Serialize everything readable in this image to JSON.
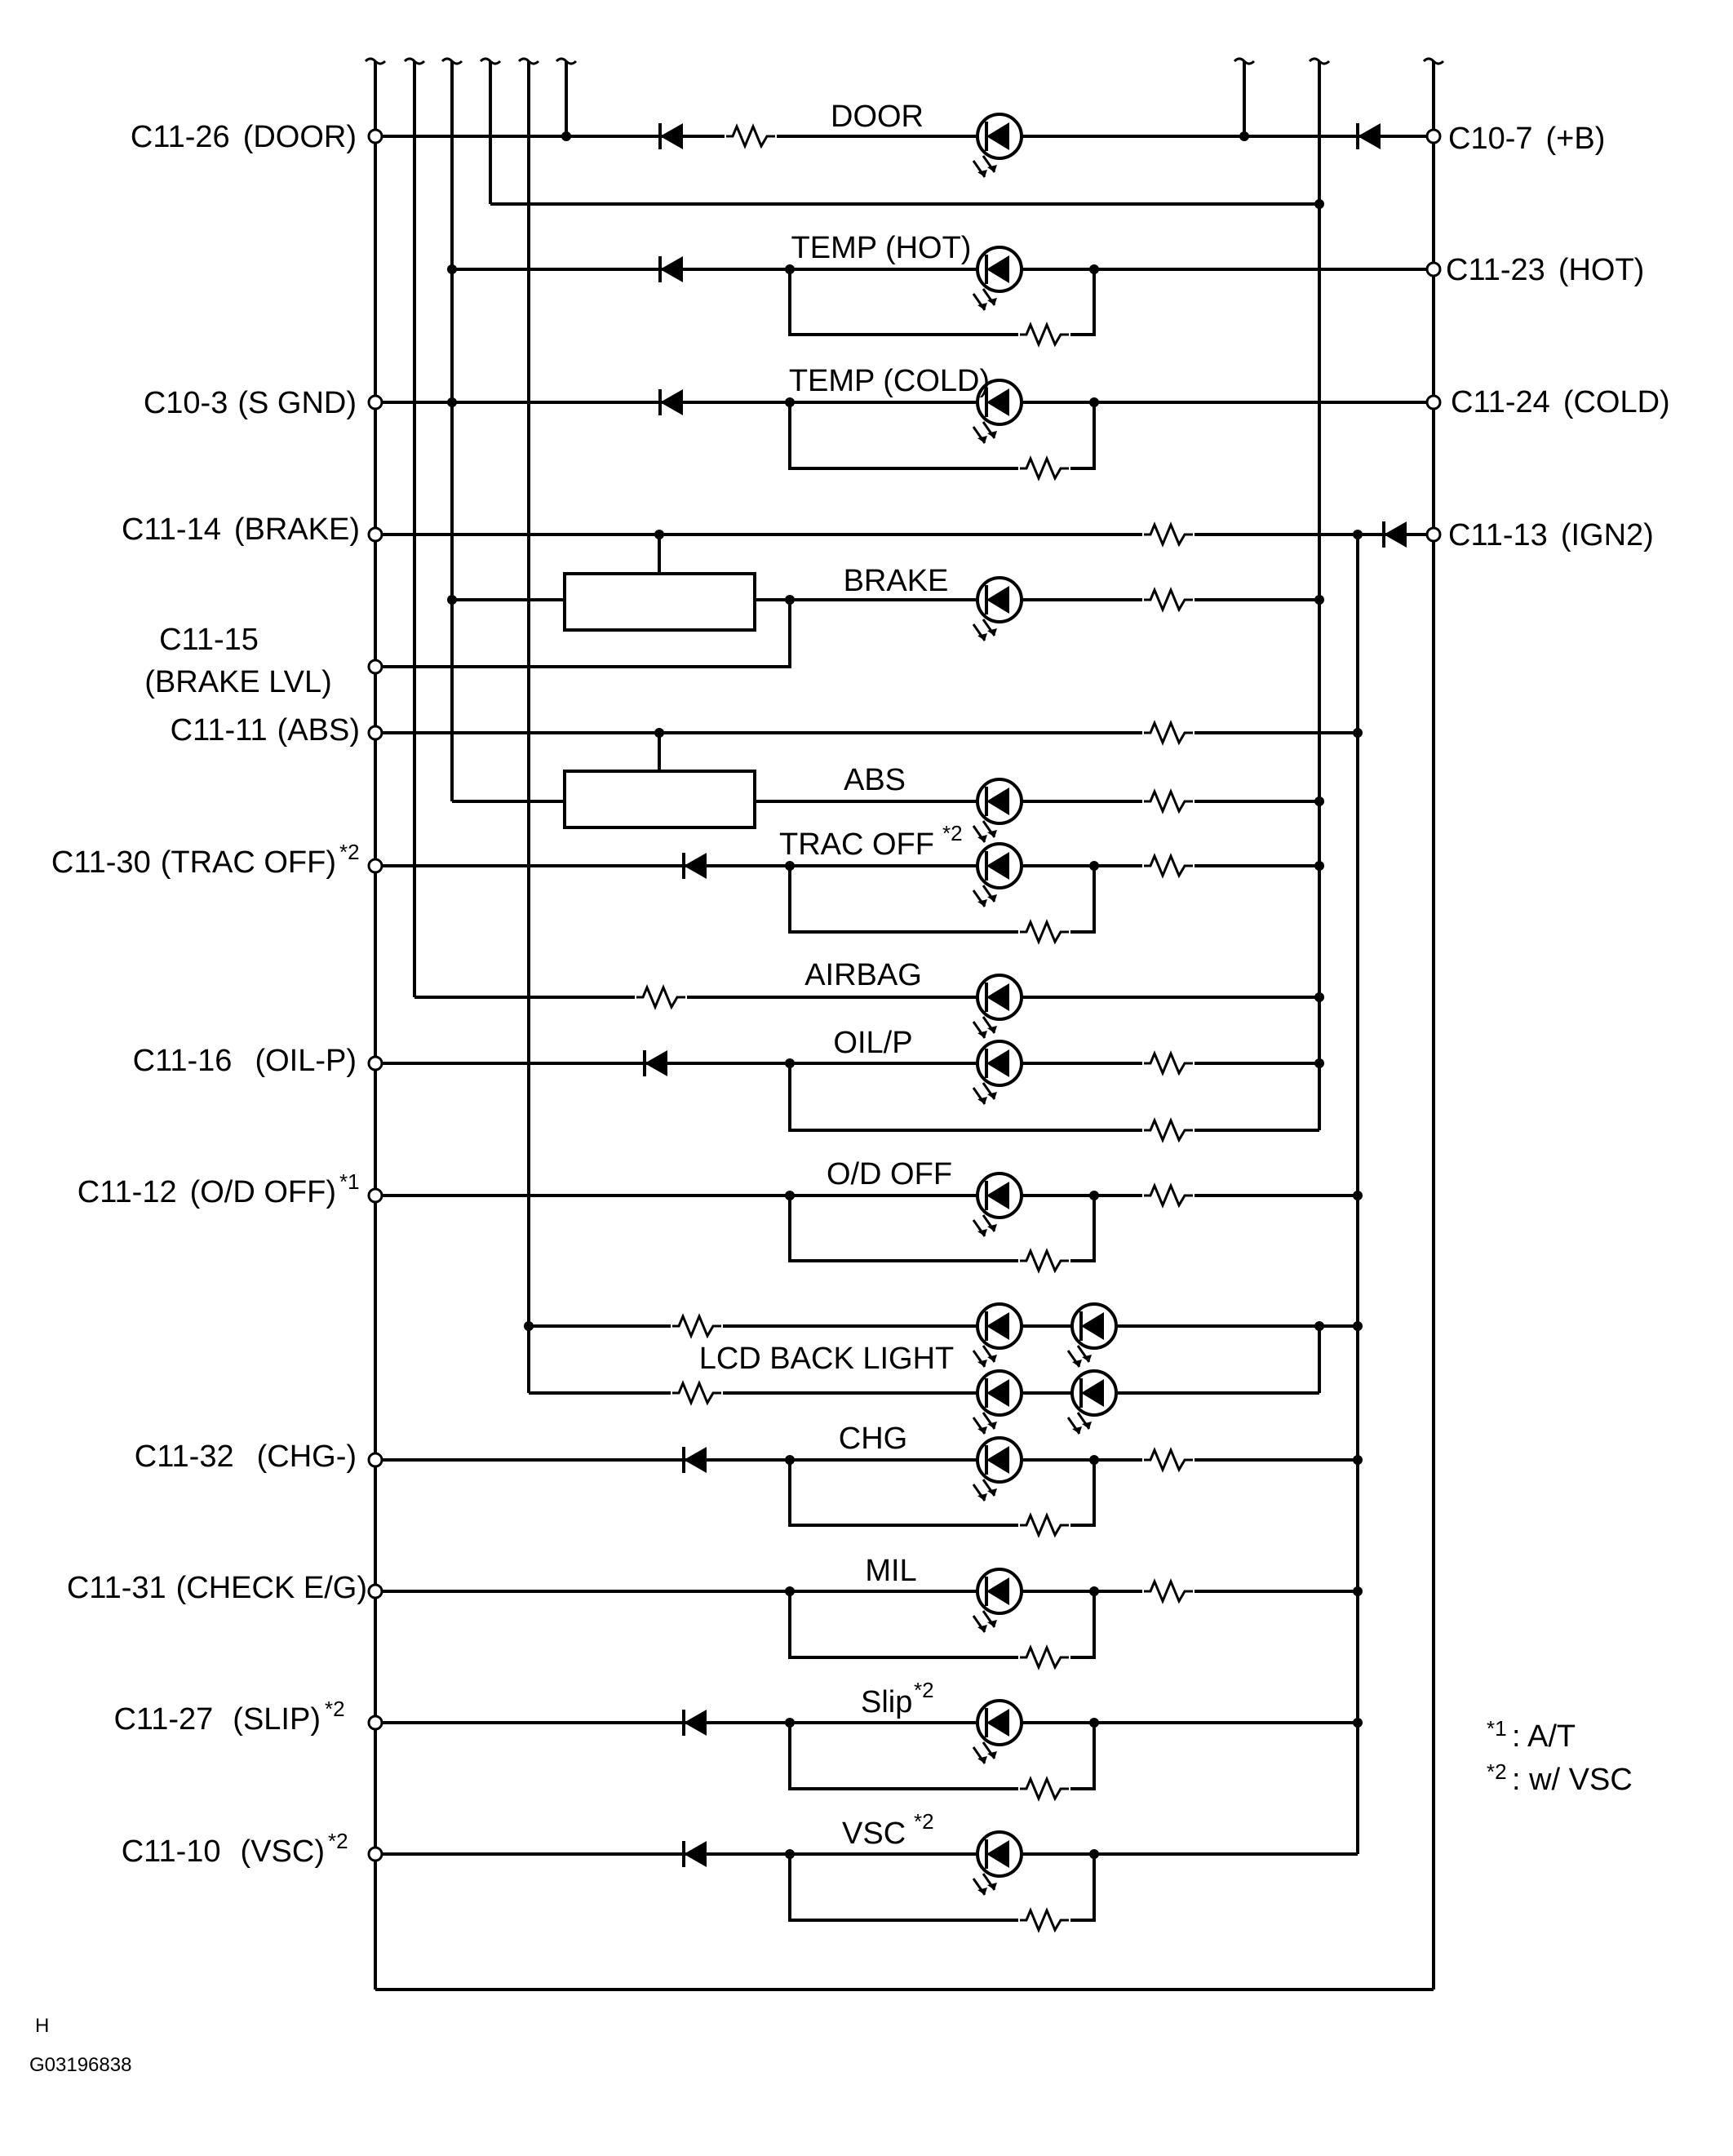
{
  "terminals_left": [
    {
      "id": "C11-26",
      "name": "(DOOR)"
    },
    {
      "id": "C10-3",
      "name": "(S GND)"
    },
    {
      "id": "C11-14",
      "name": "(BRAKE)"
    },
    {
      "id": "C11-15",
      "name": "(BRAKE LVL)"
    },
    {
      "id": "C11-11",
      "name": "(ABS)"
    },
    {
      "id": "C11-30",
      "name": "(TRAC OFF)",
      "note": "*2"
    },
    {
      "id": "C11-16",
      "name": "(OIL-P)"
    },
    {
      "id": "C11-12",
      "name": "(O/D OFF)",
      "note": "*1"
    },
    {
      "id": "C11-32",
      "name": "(CHG-)"
    },
    {
      "id": "C11-31",
      "name": "(CHECK E/G)"
    },
    {
      "id": "C11-27",
      "name": "(SLIP)",
      "note": "*2"
    },
    {
      "id": "C11-10",
      "name": "(VSC)",
      "note": "*2"
    }
  ],
  "terminals_right": [
    {
      "id": "C10-7",
      "name": "(+B)"
    },
    {
      "id": "C11-23",
      "name": "(HOT)"
    },
    {
      "id": "C11-24",
      "name": "(COLD)"
    },
    {
      "id": "C11-13",
      "name": "(IGN2)"
    }
  ],
  "indicators": [
    {
      "label": "DOOR"
    },
    {
      "label": "TEMP (HOT)"
    },
    {
      "label": "TEMP (COLD)"
    },
    {
      "label": "BRAKE"
    },
    {
      "label": "ABS"
    },
    {
      "label": "TRAC OFF",
      "note": "*2"
    },
    {
      "label": "AIRBAG"
    },
    {
      "label": "OIL/P"
    },
    {
      "label": "O/D OFF"
    },
    {
      "label": "LCD BACK LIGHT"
    },
    {
      "label": "CHG"
    },
    {
      "label": "MIL"
    },
    {
      "label": "Slip",
      "note": "*2"
    },
    {
      "label": "VSC",
      "note": "*2"
    }
  ],
  "notes": [
    {
      "mark": "*1",
      "text": ": A/T"
    },
    {
      "mark": "*2",
      "text": ": w/ VSC"
    }
  ],
  "corner_letter": "H",
  "figure_code": "G03196838"
}
